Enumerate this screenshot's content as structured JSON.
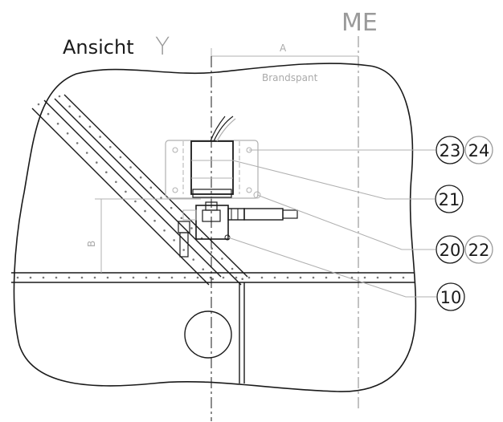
{
  "view": {
    "prefix": "Ansicht",
    "letter": "Y"
  },
  "centerline_label": "ME",
  "dimensions": {
    "a": "A",
    "b": "B",
    "frame_label": "Brandspant"
  },
  "callouts": [
    {
      "id": "c-23-24",
      "labels": [
        "23",
        "24"
      ]
    },
    {
      "id": "c-21",
      "labels": [
        "21"
      ]
    },
    {
      "id": "c-20-22",
      "labels": [
        "20",
        "22"
      ]
    },
    {
      "id": "c-10",
      "labels": [
        "10"
      ]
    }
  ],
  "colors": {
    "ink": "#1a1a1a",
    "construction_grey": "#b0b0b0"
  }
}
